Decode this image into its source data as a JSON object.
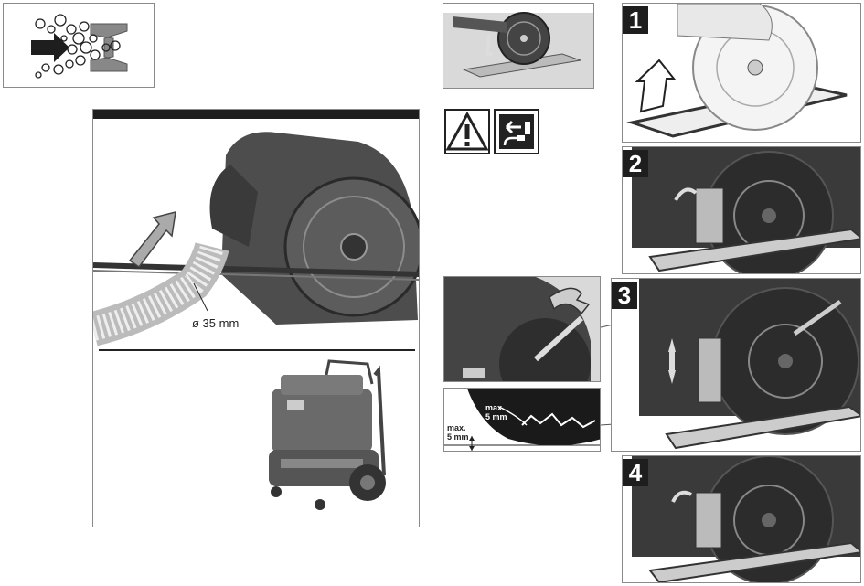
{
  "hose": {
    "diameter_label": "ø 35 mm"
  },
  "blade_gap": {
    "inner_label": "max.\n5 mm",
    "outer_label": "max.\n5 mm"
  },
  "steps": [
    {
      "number": "1"
    },
    {
      "number": "2"
    },
    {
      "number": "3"
    },
    {
      "number": "4"
    }
  ],
  "icons": [
    "dust-extraction-icon",
    "warning-triangle-icon",
    "unplug-power-icon"
  ]
}
